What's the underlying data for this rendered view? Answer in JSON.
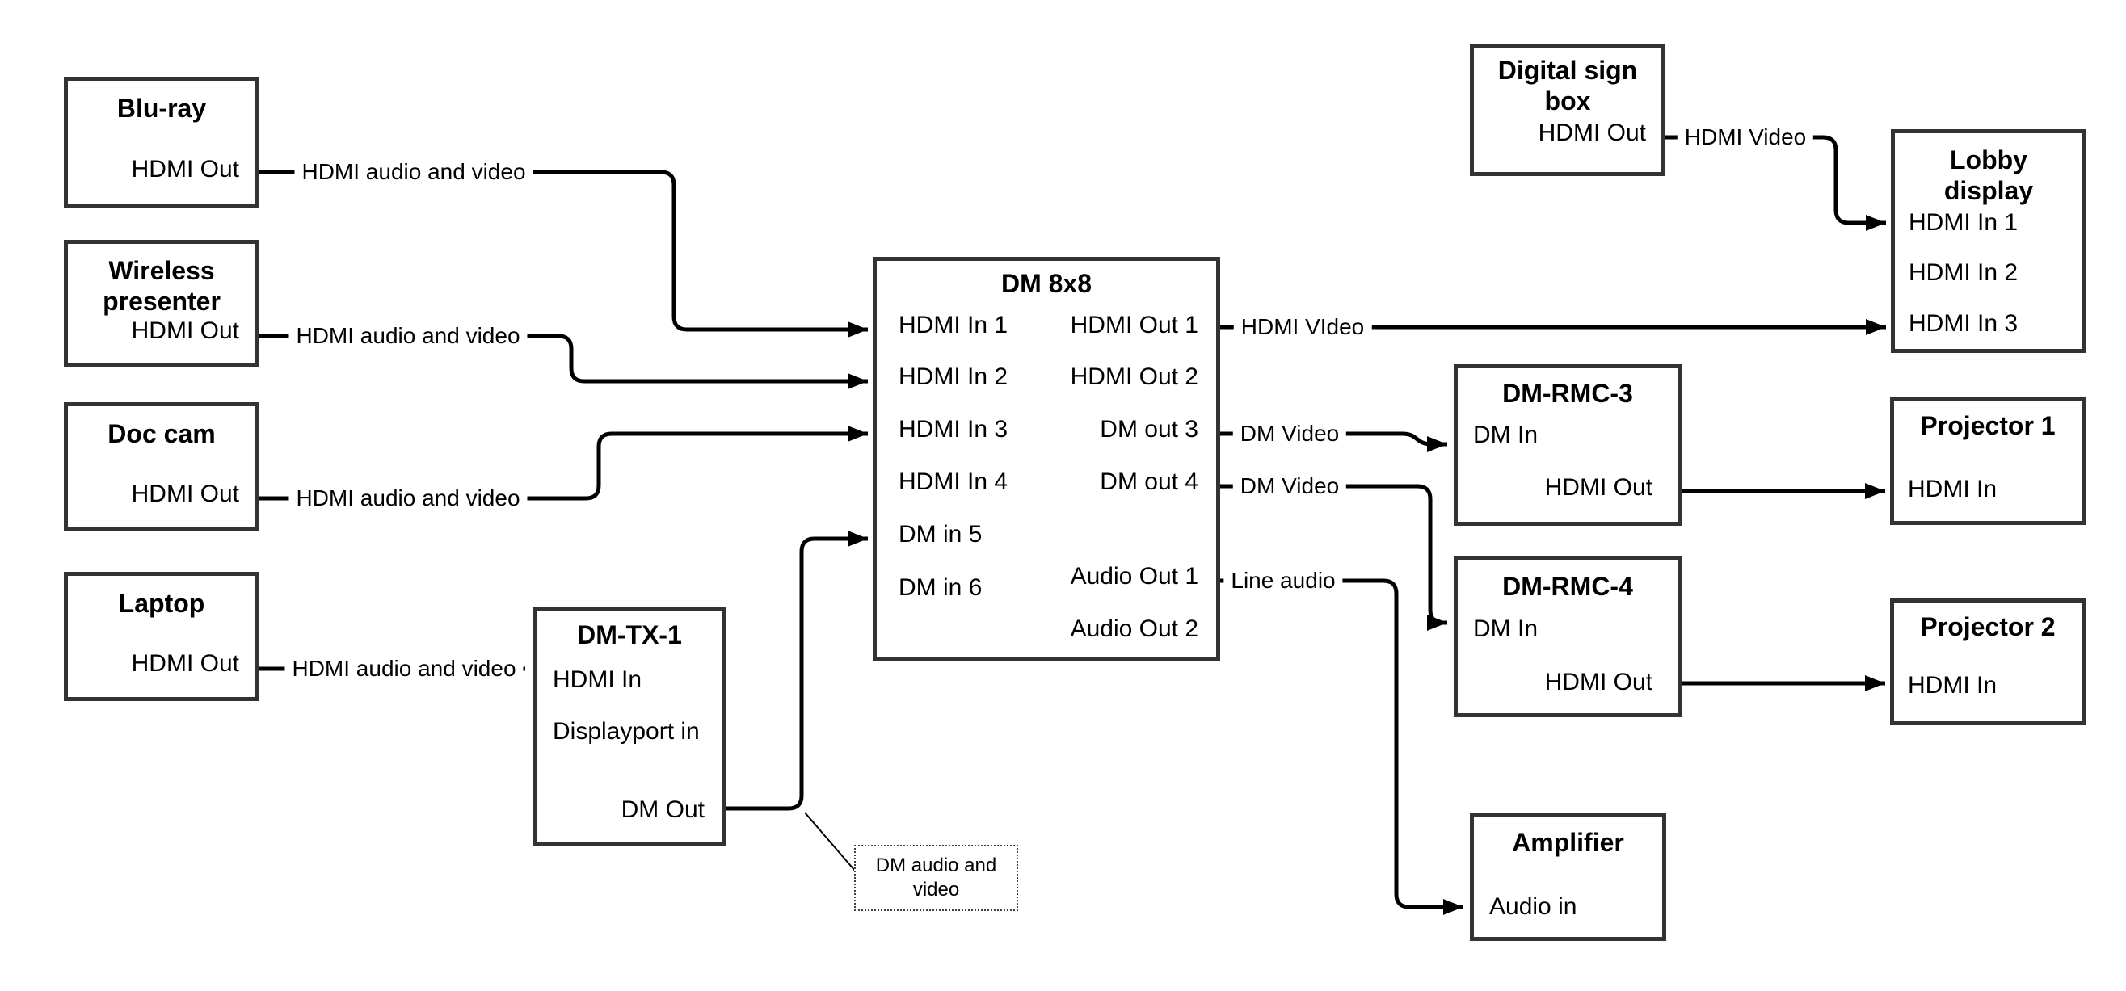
{
  "colors": {
    "background": "#ffffff",
    "box_border": "#333333",
    "line": "#000000",
    "text": "#000000"
  },
  "nodes": {
    "bluray": {
      "title": "Blu-ray",
      "port": "HDMI Out"
    },
    "wireless_presenter": {
      "title": "Wireless presenter",
      "port": "HDMI Out"
    },
    "doc_cam": {
      "title": "Doc cam",
      "port": "HDMI Out"
    },
    "laptop": {
      "title": "Laptop",
      "port": "HDMI Out"
    },
    "dm_tx_1": {
      "title": "DM-TX-1",
      "ports": {
        "hdmi_in": "HDMI In",
        "displayport_in": "Displayport in",
        "dm_out": "DM Out"
      }
    },
    "dm_8x8": {
      "title": "DM 8x8",
      "inputs": [
        "HDMI In 1",
        "HDMI In 2",
        "HDMI In 3",
        "HDMI In 4",
        "DM in 5",
        "DM in 6"
      ],
      "outputs": [
        "HDMI Out 1",
        "HDMI Out 2",
        "DM out 3",
        "DM out 4",
        "Audio Out 1",
        "Audio Out 2"
      ]
    },
    "digital_sign_box": {
      "title": "Digital sign box",
      "port": "HDMI Out"
    },
    "lobby_display": {
      "title": "Lobby display",
      "ports": [
        "HDMI In 1",
        "HDMI In 2",
        "HDMI In 3"
      ]
    },
    "dm_rmc_3": {
      "title": "DM-RMC-3",
      "ports": {
        "dm_in": "DM In",
        "hdmi_out": "HDMI Out"
      }
    },
    "dm_rmc_4": {
      "title": "DM-RMC-4",
      "ports": {
        "dm_in": "DM In",
        "hdmi_out": "HDMI Out"
      }
    },
    "projector_1": {
      "title": "Projector 1",
      "port": "HDMI In"
    },
    "projector_2": {
      "title": "Projector 2",
      "port": "HDMI In"
    },
    "amplifier": {
      "title": "Amplifier",
      "port": "Audio in"
    }
  },
  "edge_labels": {
    "bluray_hdmi": "HDMI audio and video",
    "wireless_hdmi": "HDMI audio and video",
    "doccam_hdmi": "HDMI audio and video",
    "laptop_hdmi": "HDMI audio and video",
    "hdmi_out1": "HDMI VIdeo",
    "dm_out3": "DM Video",
    "dm_out4": "DM Video",
    "audio_out1": "Line audio",
    "signbox_hdmi": "HDMI Video",
    "callout": "DM audio and video"
  }
}
